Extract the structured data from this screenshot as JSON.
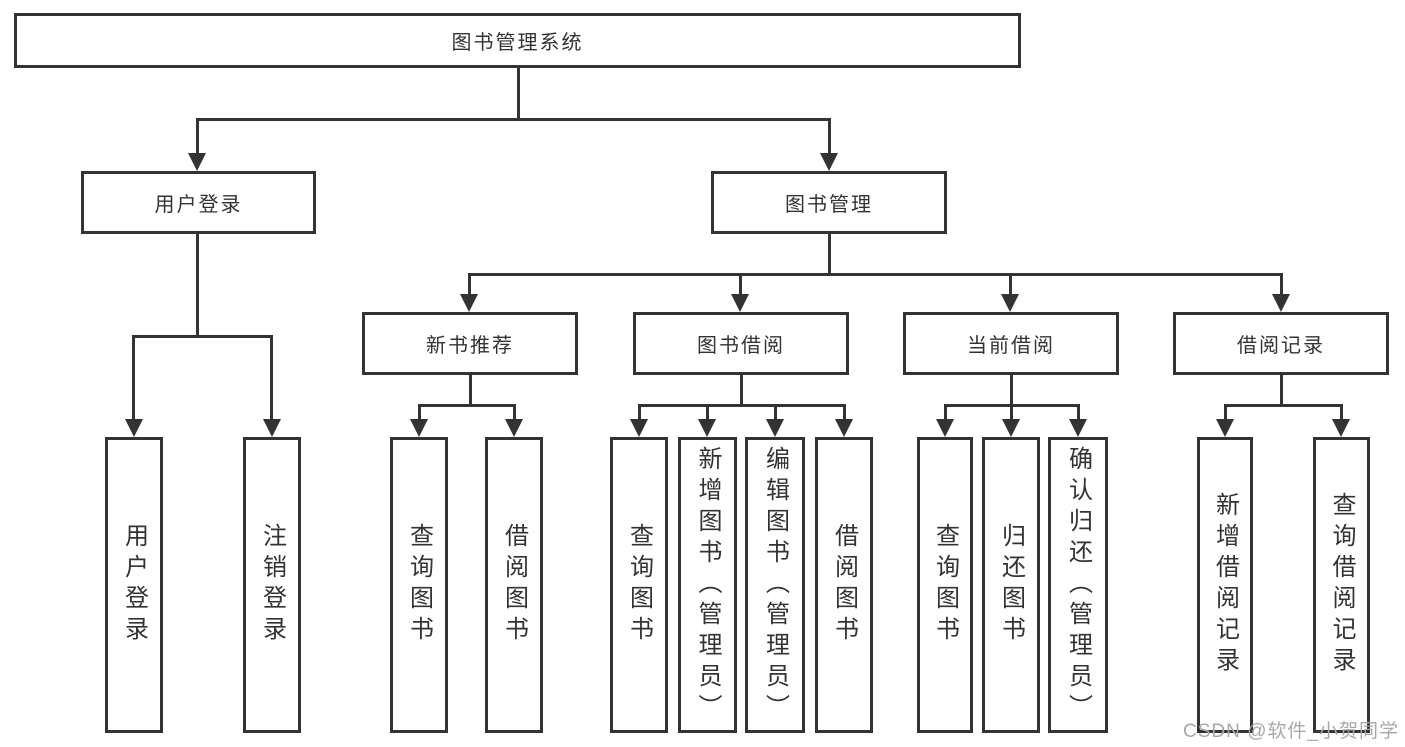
{
  "diagram": {
    "root": {
      "label": "图书管理系统"
    },
    "level1": [
      {
        "label": "用户登录"
      },
      {
        "label": "图书管理"
      }
    ],
    "level2": [
      {
        "label": "新书推荐"
      },
      {
        "label": "图书借阅"
      },
      {
        "label": "当前借阅"
      },
      {
        "label": "借阅记录"
      }
    ],
    "leaves": {
      "user_login": [
        "用户登录",
        "注销登录"
      ],
      "new_books": [
        "查询图书",
        "借阅图书"
      ],
      "book_borrow": [
        "查询图书",
        "新增图书（管理员）",
        "编辑图书（管理员）",
        "借阅图书"
      ],
      "current_borrow": [
        "查询图书",
        "归还图书",
        "确认归还（管理员）"
      ],
      "borrow_records": [
        "新增借阅记录",
        "查询借阅记录"
      ]
    }
  },
  "watermark": {
    "text": "CSDN @软件_小贺同学"
  },
  "colors": {
    "line": "#333333",
    "text": "#333333",
    "background": "#ffffff",
    "watermark": "#a8a8a8"
  }
}
